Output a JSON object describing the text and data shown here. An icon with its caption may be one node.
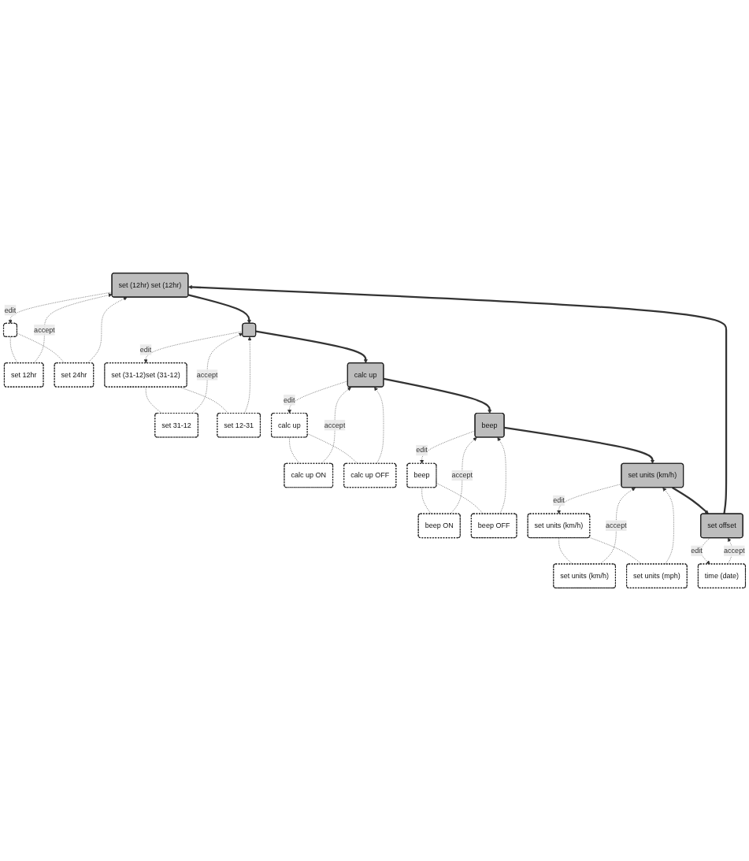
{
  "diagram": {
    "nodes": [
      {
        "text": [
          "set (12hr) set (12hr)"
        ]
      },
      {
        "text": [],
        "shape": "box"
      },
      {
        "text": [
          "set 12hr"
        ]
      },
      {
        "text": [
          "set 24hr"
        ]
      },
      {
        "text": [],
        "shape": "box"
      },
      {
        "text": [
          "set (31-12)set (31-12)"
        ]
      },
      {
        "text": [
          "set 31-12"
        ]
      },
      {
        "text": [
          "set 12-31"
        ]
      },
      {
        "text": [
          "calc up"
        ]
      },
      {
        "text": [
          "calc up"
        ]
      },
      {
        "text": [
          "calc up ON"
        ]
      },
      {
        "text": [
          "calc up OFF"
        ]
      },
      {
        "text": [
          "beep"
        ]
      },
      {
        "text": [
          "beep"
        ]
      },
      {
        "text": [
          "beep ON"
        ]
      },
      {
        "text": [
          "beep OFF"
        ]
      },
      {
        "text": [
          "set units (km/h)"
        ]
      },
      {
        "text": [
          "set units (km/h)"
        ]
      },
      {
        "text": [
          "set units (km/h)"
        ]
      },
      {
        "text": [
          "set units (mph)"
        ]
      },
      {
        "text": [
          "set offset"
        ]
      },
      {
        "text": [
          "time (date)"
        ]
      }
    ],
    "edges": [
      {
        "from": 0,
        "to": 1,
        "arrow": "to",
        "label": "edit",
        "style": "dashed"
      },
      {
        "from": 1,
        "to": 2,
        "arrow": "none",
        "style": "dashed"
      },
      {
        "from": 1,
        "to": 3,
        "arrow": "none",
        "style": "dashed"
      },
      {
        "from": 2,
        "to": 0,
        "arrow": "to",
        "label": "accept",
        "style": "dashed"
      },
      {
        "from": 3,
        "to": 0,
        "arrow": "to",
        "style": "dashed"
      },
      {
        "from": 0,
        "to": 4,
        "arrow": "to",
        "style": "thick"
      },
      {
        "from": 4,
        "to": 5,
        "arrow": "to",
        "label": "edit",
        "style": "dashed"
      },
      {
        "from": 5,
        "to": 6,
        "arrow": "none",
        "style": "dashed"
      },
      {
        "from": 5,
        "to": 7,
        "arrow": "none",
        "style": "dashed"
      },
      {
        "from": 6,
        "to": 4,
        "arrow": "to",
        "label": "accept",
        "style": "dashed"
      },
      {
        "from": 7,
        "to": 4,
        "arrow": "to",
        "style": "dashed"
      },
      {
        "from": 4,
        "to": 8,
        "arrow": "to",
        "style": "thick"
      },
      {
        "from": 8,
        "to": 9,
        "arrow": "to",
        "label": "edit",
        "style": "dashed"
      },
      {
        "from": 9,
        "to": 10,
        "arrow": "none",
        "style": "dashed"
      },
      {
        "from": 9,
        "to": 11,
        "arrow": "none",
        "style": "dashed"
      },
      {
        "from": 10,
        "to": 8,
        "arrow": "to",
        "label": "accept",
        "style": "dashed"
      },
      {
        "from": 11,
        "to": 8,
        "arrow": "to",
        "style": "dashed"
      },
      {
        "from": 8,
        "to": 12,
        "arrow": "to",
        "style": "thick"
      },
      {
        "from": 12,
        "to": 13,
        "arrow": "to",
        "label": "edit",
        "style": "dashed"
      },
      {
        "from": 13,
        "to": 14,
        "arrow": "none",
        "style": "dashed"
      },
      {
        "from": 13,
        "to": 15,
        "arrow": "none",
        "style": "dashed"
      },
      {
        "from": 14,
        "to": 12,
        "arrow": "to",
        "label": "accept",
        "style": "dashed"
      },
      {
        "from": 15,
        "to": 12,
        "arrow": "to",
        "style": "dashed"
      },
      {
        "from": 12,
        "to": 16,
        "arrow": "to",
        "style": "thick"
      },
      {
        "from": 16,
        "to": 17,
        "arrow": "to",
        "label": "edit",
        "style": "dashed"
      },
      {
        "from": 17,
        "to": 18,
        "arrow": "none",
        "style": "dashed"
      },
      {
        "from": 17,
        "to": 19,
        "arrow": "none",
        "style": "dashed"
      },
      {
        "from": 18,
        "to": 16,
        "arrow": "to",
        "label": "accept",
        "style": "dashed"
      },
      {
        "from": 19,
        "to": 16,
        "arrow": "to",
        "style": "dashed"
      },
      {
        "from": 16,
        "to": 20,
        "arrow": "to",
        "style": "thick"
      },
      {
        "from": 20,
        "to": 21,
        "arrow": "to",
        "label": "edit",
        "style": "dashed"
      },
      {
        "from": 21,
        "to": 20,
        "arrow": "to",
        "label": "accept",
        "style": "dashed"
      },
      {
        "from": 20,
        "to": 0,
        "arrow": "to",
        "style": "thick"
      }
    ]
  }
}
